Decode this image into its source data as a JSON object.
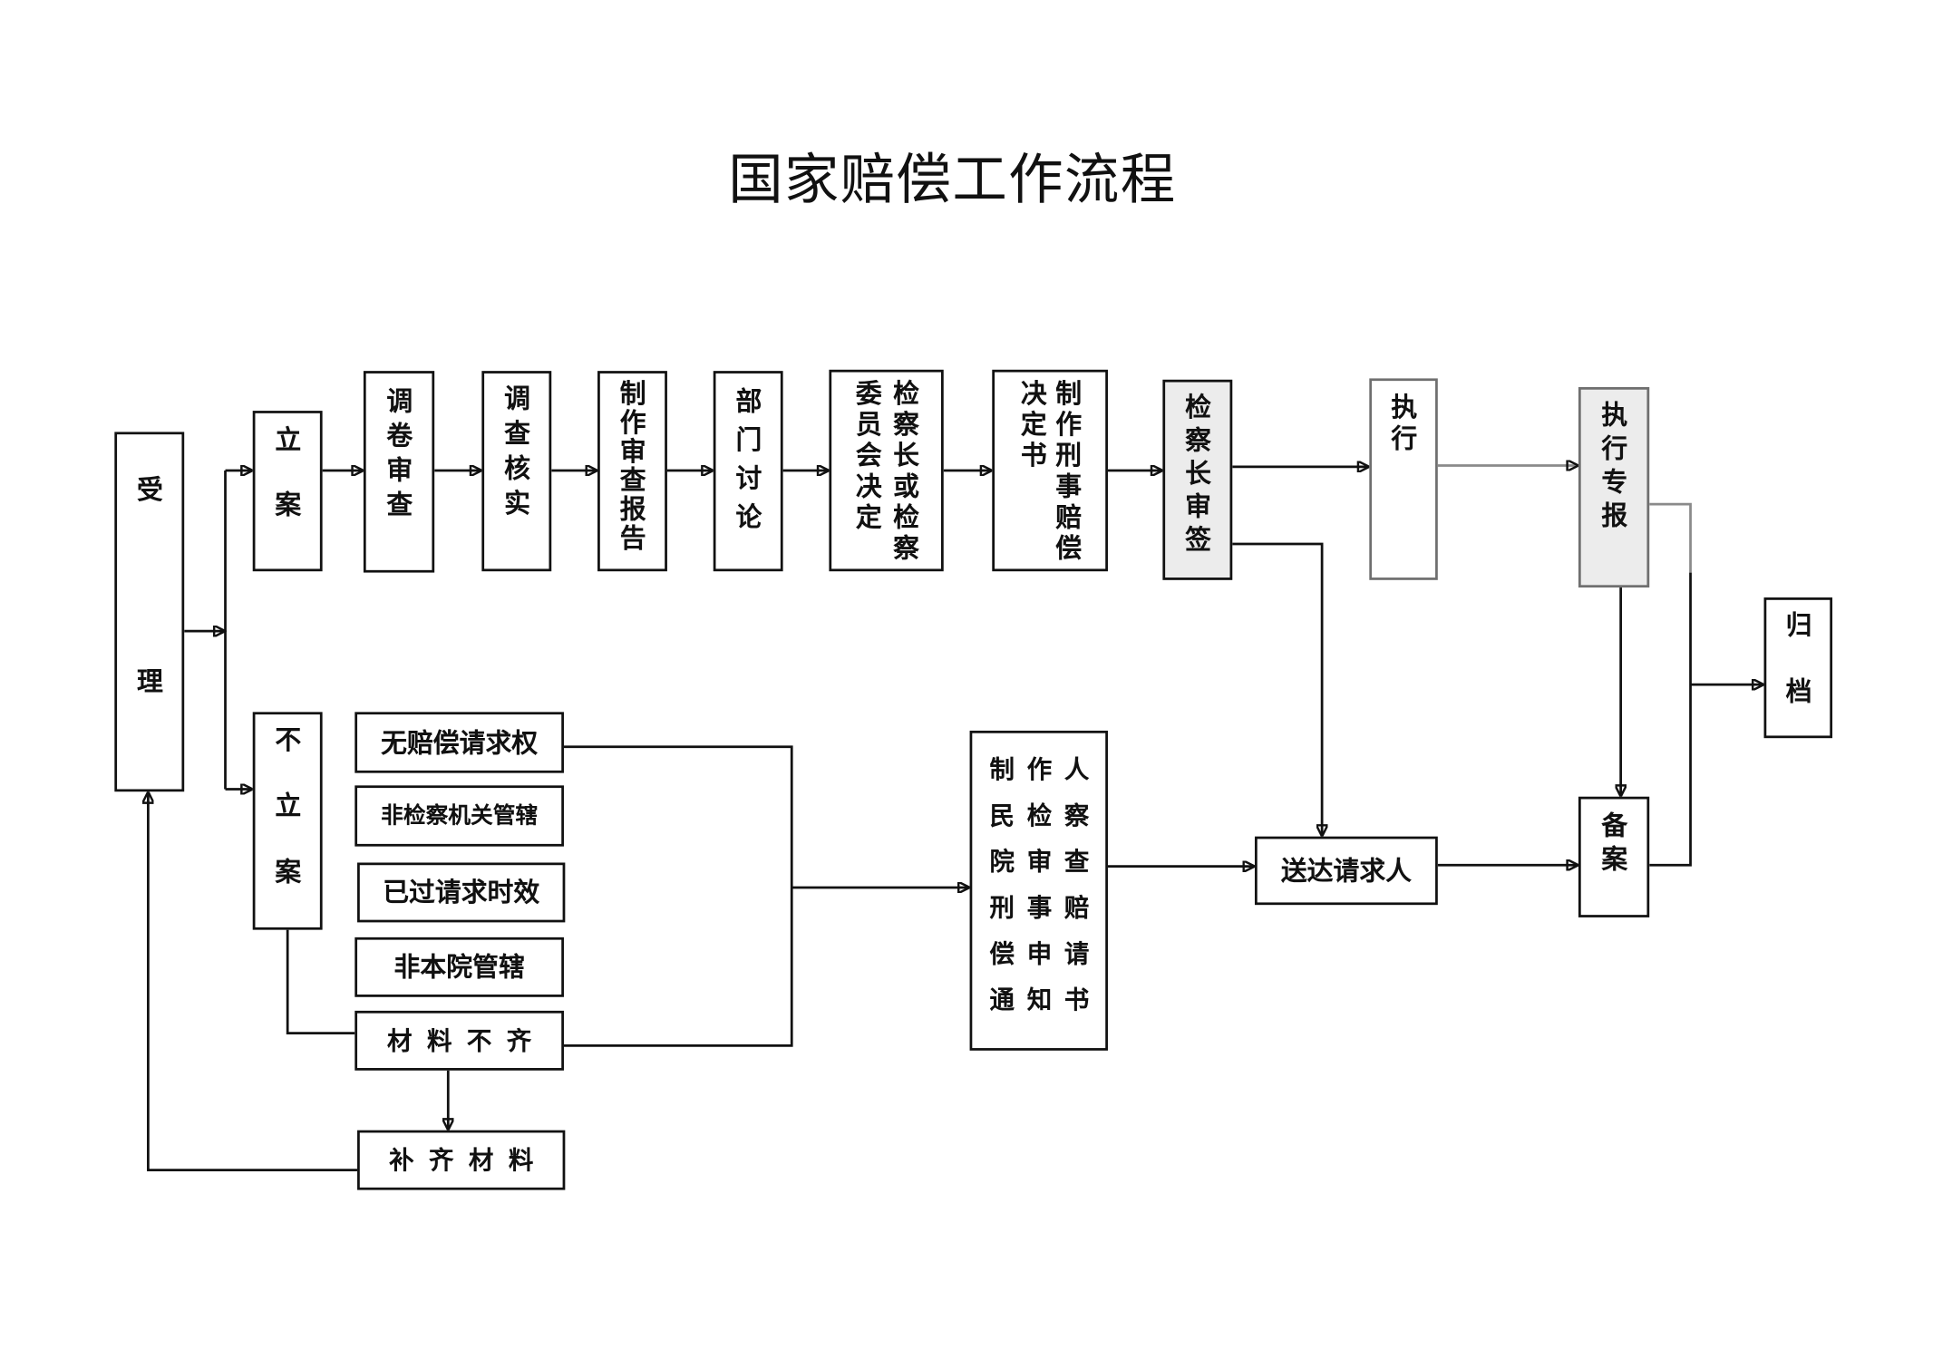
{
  "title": "国家赔偿工作流程",
  "main_flow": {
    "accept": "受理",
    "file_case": "立案",
    "review_files": "调卷审查",
    "investigate": "调查核实",
    "review_report": "制作审查报告",
    "department_discussion": "部门讨论",
    "decision": "检察长或检察委员会决定",
    "decision_document": "制作刑事赔偿决定书",
    "chief_sign": "检察长审签",
    "execute": "执行",
    "execution_report": "执行专报",
    "archive": "归档"
  },
  "rejection_flow": {
    "not_file_case": "不立案",
    "reasons": [
      "无赔偿请求权",
      "非检察机关管辖",
      "已过请求时效",
      "非本院管辖",
      "材料不齐"
    ],
    "supplement": "补齐材料",
    "notice": "制作人民检察院审查刑事赔偿申请通知书",
    "deliver": "送达请求人",
    "record": "备案"
  }
}
